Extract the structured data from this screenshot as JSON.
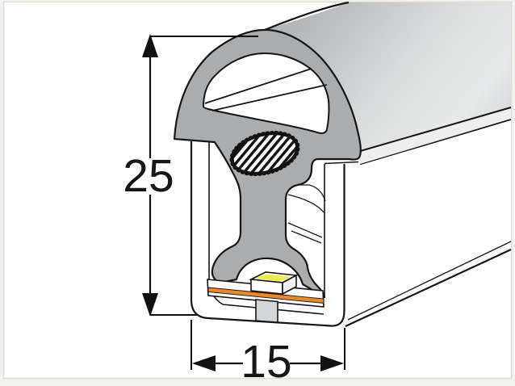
{
  "diagram": {
    "type": "technical-cross-section",
    "subject": "LED neon flex silicone profile cross-section with extruded tube",
    "dimensions": {
      "height": {
        "value": "25"
      },
      "width": {
        "value": "15"
      }
    },
    "colors": {
      "body_gray": "#a9adb0",
      "dome_light": "#d9dbdc",
      "rim_band": "#edefef",
      "led_yellow": "#ece94d",
      "pcb_orange": "#e8882a",
      "tab_gray": "#d3d6d8",
      "chip_side": "#f0f1f1",
      "line": "#1a1a1a",
      "background": "#ffffff",
      "border": "#dcdbd5"
    }
  }
}
